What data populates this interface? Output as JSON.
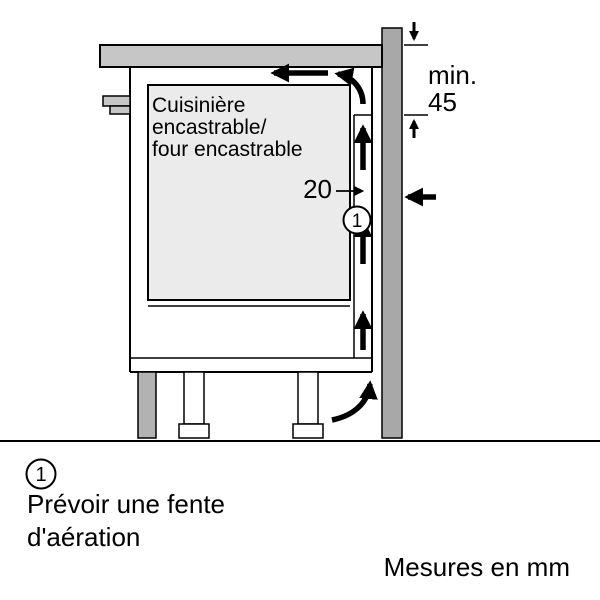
{
  "colors": {
    "wall": "#a8a8a8",
    "countertop": "#c6c6c6",
    "oven": "#ebebeb",
    "plinth": "#b2b2b2"
  },
  "diagram": {
    "oven_label": {
      "line1": "Cuisinière",
      "line2": "encastrable/",
      "line3": "four encastrable"
    },
    "dimension": {
      "min_label": "min.",
      "value": "45"
    },
    "gap": {
      "value": "20"
    },
    "callout": {
      "number": "1"
    }
  },
  "caption": {
    "number": "1",
    "line1": "Prévoir une fente",
    "line2": "d'aération"
  },
  "footer": {
    "units": "Mesures en mm"
  }
}
